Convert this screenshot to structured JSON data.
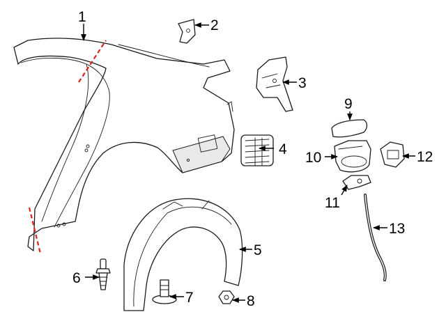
{
  "diagram": {
    "callouts": [
      {
        "id": "1",
        "label": "1"
      },
      {
        "id": "2",
        "label": "2"
      },
      {
        "id": "3",
        "label": "3"
      },
      {
        "id": "4",
        "label": "4"
      },
      {
        "id": "5",
        "label": "5"
      },
      {
        "id": "6",
        "label": "6"
      },
      {
        "id": "7",
        "label": "7"
      },
      {
        "id": "8",
        "label": "8"
      },
      {
        "id": "9",
        "label": "9"
      },
      {
        "id": "10",
        "label": "10"
      },
      {
        "id": "11",
        "label": "11"
      },
      {
        "id": "12",
        "label": "12"
      },
      {
        "id": "13",
        "label": "13"
      }
    ],
    "colors": {
      "line": "#1a1a1a",
      "cut_line": "#e0201b",
      "background": "#ffffff"
    }
  }
}
